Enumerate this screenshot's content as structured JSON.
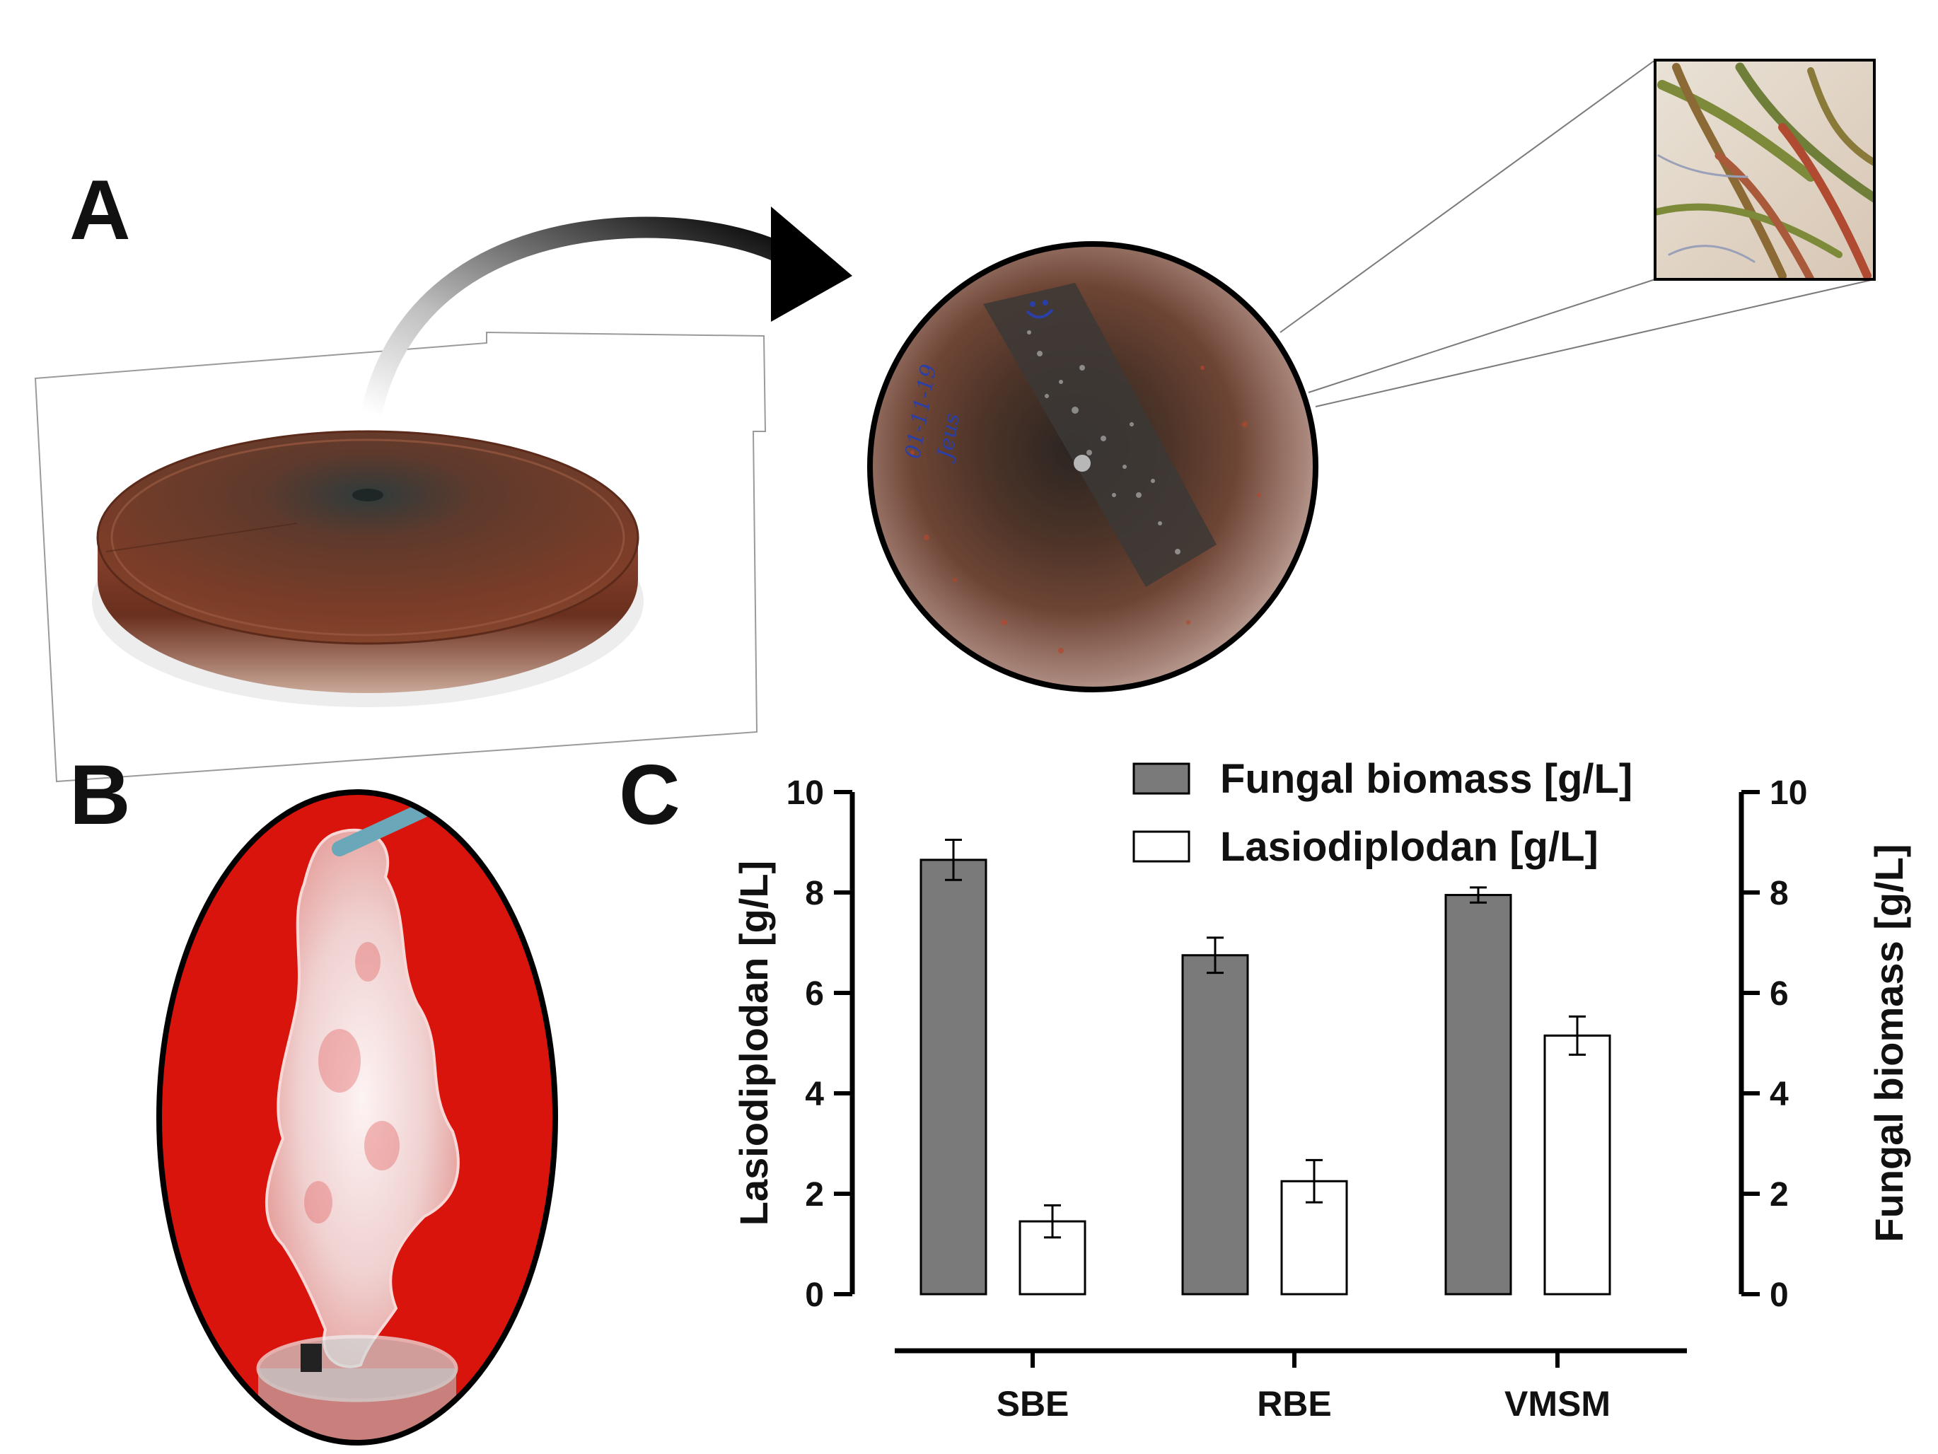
{
  "panels": {
    "a_label": "A",
    "b_label": "B",
    "c_label": "C"
  },
  "colors": {
    "fungal_bar": "#7a7a7a",
    "lasio_bar": "#ffffff",
    "gel_background": "#d8140c",
    "plate_medium": "#7a3a26"
  },
  "chart_data": {
    "type": "bar",
    "categories": [
      "SBE",
      "RBE",
      "VMSM"
    ],
    "series": [
      {
        "name": "Fungal biomass [g/L]",
        "axis": "right",
        "values": [
          8.65,
          6.75,
          7.95
        ],
        "errors": [
          0.4,
          0.35,
          0.15
        ]
      },
      {
        "name": "Lasiodiplodan [g/L]",
        "axis": "left",
        "values": [
          1.45,
          2.25,
          5.15
        ],
        "errors": [
          0.32,
          0.42,
          0.38
        ]
      }
    ],
    "ylabel_left": "Lasiodiplodan [g/L]",
    "ylabel_right": "Fungal biomass [g/L]",
    "ylim": [
      0,
      10
    ],
    "yticks": [
      "0",
      "2",
      "4",
      "6",
      "8",
      "10"
    ],
    "legend_position": "top-right",
    "grid": false
  },
  "icons": {
    "arrow": "curved-arrow-icon",
    "smiley": "smiley-face-icon"
  },
  "plate_handwriting": {
    "date": "01-11-19",
    "name": "Jeus"
  }
}
